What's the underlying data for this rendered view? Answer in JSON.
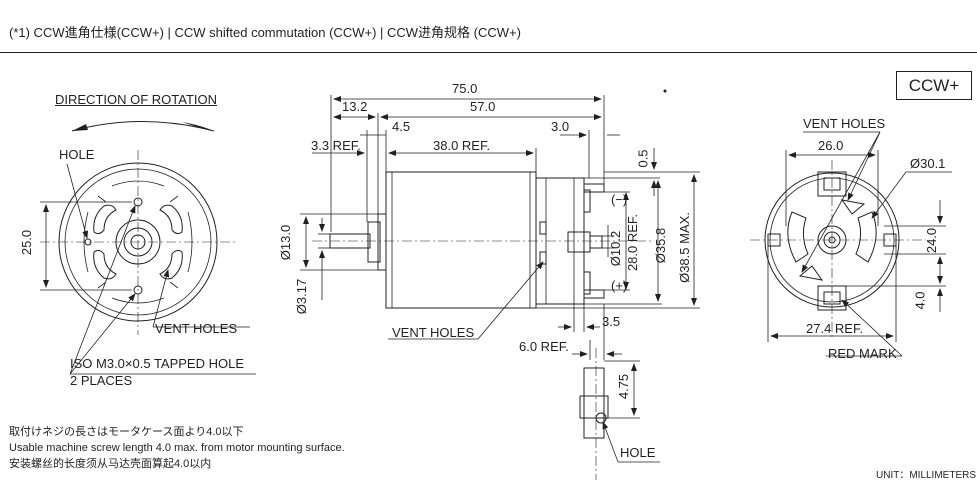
{
  "header": {
    "text": "(*1) CCW進角仕様(CCW+) | CCW shifted commutation (CCW+) | CCW进角规格 (CCW+)"
  },
  "badge": "CCW+",
  "left_view": {
    "direction_label": "DIRECTION OF ROTATION",
    "hole_label": "HOLE",
    "vent_label": "VENT HOLES",
    "tapped_line1": "ISO M3.0×0.5 TAPPED HOLE",
    "tapped_line2": "2 PLACES",
    "dim_25": "25.0"
  },
  "side_view": {
    "dim_75": "75.0",
    "dim_13_2": "13.2",
    "dim_57": "57.0",
    "dim_4_5": "4.5",
    "dim_3_0": "3.0",
    "dim_3_3": "3.3 REF.",
    "dim_38": "38.0 REF.",
    "dim_0_5": "0.5",
    "dim_d13": "Ø13.0",
    "dim_d317": "Ø3.17",
    "dim_d10_2": "Ø10.2",
    "dim_28": "28.0 REF.",
    "dim_d35_8": "Ø35.8",
    "dim_d38_5": "Ø38.5 MAX.",
    "minus": "(−)",
    "plus": "(+)",
    "vent_label": "VENT HOLES",
    "dim_3_5": "3.5",
    "dim_6_0": "6.0 REF.",
    "dim_4_75": "4.75",
    "hole_label": "HOLE"
  },
  "right_view": {
    "vent_label": "VENT HOLES",
    "dim_26": "26.0",
    "dim_d30_1": "Ø30.1",
    "dim_24": "24.0",
    "dim_4_0": "4.0",
    "dim_27_4": "27.4 REF.",
    "red_mark": "RED MARK"
  },
  "notes": {
    "jp": "取付けネジの長さはモータケース面より4.0以下",
    "en": "Usable machine screw length 4.0 max. from motor mounting surface.",
    "cn": "安装螺丝的长度须从马达壳面算起4.0以内",
    "unit": "UNIT：MILLIMETERS"
  }
}
